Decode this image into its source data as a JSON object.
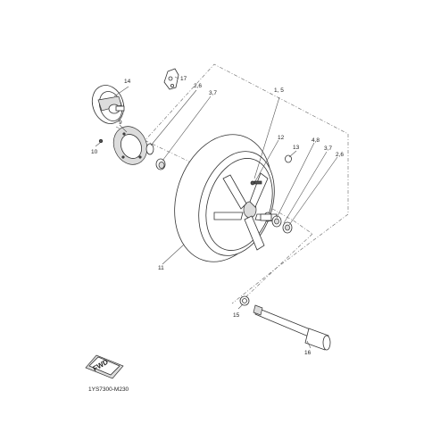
{
  "fwd_label": "FWD",
  "drawing_code": "1YS7300-M230",
  "callouts": {
    "c14": "14",
    "c17": "17",
    "c26_left": "2,6",
    "c37_left": "3,7",
    "c15_top": "1, 5",
    "c9": "9",
    "c12": "12",
    "c48": "4,8",
    "c13": "13",
    "c37_right": "3,7",
    "c10": "10",
    "c26_right": "2,6",
    "c11": "11",
    "c15": "15",
    "c16": "16"
  }
}
